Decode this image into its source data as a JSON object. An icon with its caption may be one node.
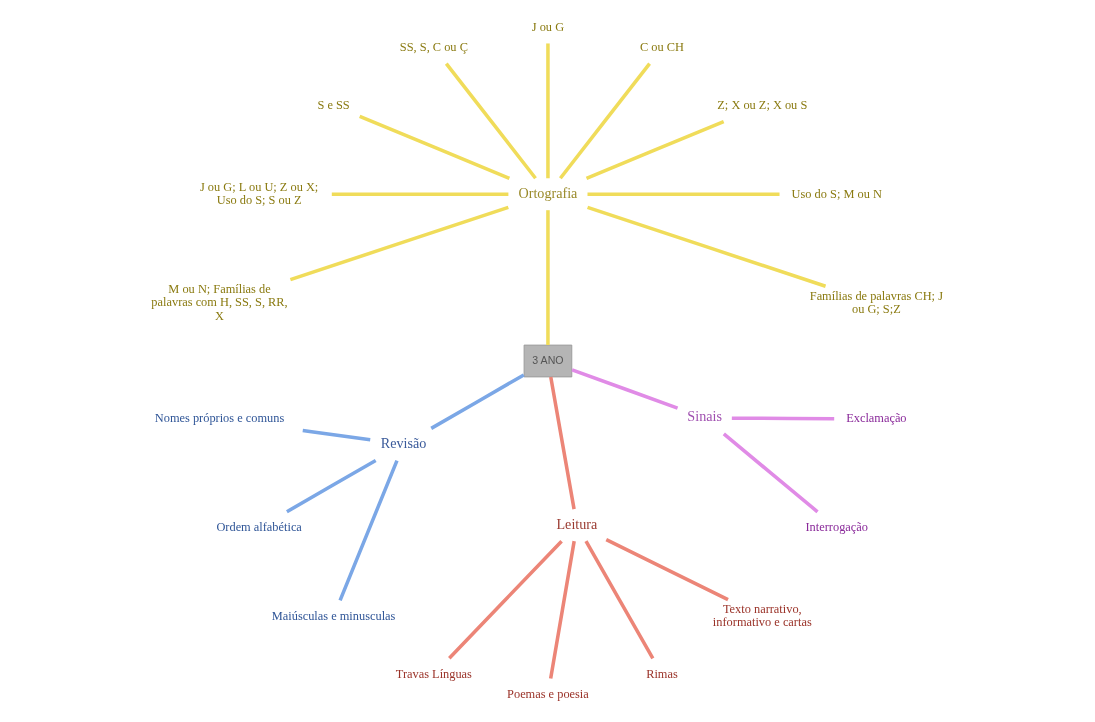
{
  "diagram": {
    "nodes": [
      {
        "text": [
          "3 ANO"
        ]
      },
      {
        "text": [
          "Ortografia"
        ]
      },
      {
        "text": [
          "Famílias de palavras CH; J ou G; S;Z"
        ]
      },
      {
        "text": [
          "Uso do S; M ou N"
        ]
      },
      {
        "text": [
          "Z; X ou Z; X ou S"
        ]
      },
      {
        "text": [
          "C ou CH"
        ]
      },
      {
        "text": [
          "J ou G"
        ]
      },
      {
        "text": [
          "SS, S, C ou Ç"
        ]
      },
      {
        "text": [
          "S e SS"
        ]
      },
      {
        "text": [
          "J ou G; L ou U; Z ou X; Uso do S; S ou Z"
        ]
      },
      {
        "text": [
          "M ou N; Famílias de palavras com H, SS, S, RR, X"
        ]
      },
      {
        "text": [
          "Revisão"
        ]
      },
      {
        "text": [
          "Nomes próprios e comuns"
        ]
      },
      {
        "text": [
          "Ordem alfabética"
        ]
      },
      {
        "text": [
          "Maiúsculas e minusculas"
        ]
      },
      {
        "text": [
          "Leitura"
        ]
      },
      {
        "text": [
          "Travas Línguas"
        ]
      },
      {
        "text": [
          "Poemas e poesia"
        ]
      },
      {
        "text": [
          "Rimas"
        ]
      },
      {
        "text": [
          "Texto narrativo, informativo e cartas"
        ]
      },
      {
        "text": [
          "Sinais"
        ]
      },
      {
        "text": [
          "Interrogação"
        ]
      },
      {
        "text": [
          "Exclamação"
        ]
      }
    ],
    "edges": [
      {
        "from": 0,
        "to": 1,
        "arrow": "none"
      },
      {
        "from": 1,
        "to": 2,
        "arrow": "none"
      },
      {
        "from": 1,
        "to": 3,
        "arrow": "none"
      },
      {
        "from": 1,
        "to": 4,
        "arrow": "none"
      },
      {
        "from": 1,
        "to": 5,
        "arrow": "none"
      },
      {
        "from": 1,
        "to": 6,
        "arrow": "none"
      },
      {
        "from": 1,
        "to": 7,
        "arrow": "none"
      },
      {
        "from": 1,
        "to": 8,
        "arrow": "none"
      },
      {
        "from": 1,
        "to": 9,
        "arrow": "none"
      },
      {
        "from": 1,
        "to": 10,
        "arrow": "none"
      },
      {
        "from": 0,
        "to": 11,
        "arrow": "none",
        "color": "#7ba7e6"
      },
      {
        "from": 11,
        "to": 12,
        "arrow": "none",
        "color": "#7ba7e6"
      },
      {
        "from": 11,
        "to": 13,
        "arrow": "none",
        "color": "#7ba7e6"
      },
      {
        "from": 11,
        "to": 14,
        "arrow": "none",
        "color": "#7ba7e6"
      },
      {
        "from": 0,
        "to": 15,
        "arrow": "none",
        "color": "#ec8577"
      },
      {
        "from": 15,
        "to": 16,
        "arrow": "none",
        "color": "#ec8577"
      },
      {
        "from": 15,
        "to": 17,
        "arrow": "none",
        "color": "#ec8577"
      },
      {
        "from": 15,
        "to": 18,
        "arrow": "none",
        "color": "#ec8577"
      },
      {
        "from": 15,
        "to": 19,
        "arrow": "none",
        "color": "#ec8577"
      },
      {
        "from": 0,
        "to": 20,
        "arrow": "none",
        "color": "#e08be6"
      },
      {
        "from": 20,
        "to": 21,
        "arrow": "none",
        "color": "#e08be6"
      },
      {
        "from": 20,
        "to": 22,
        "arrow": "none",
        "color": "#e08be6"
      }
    ]
  }
}
